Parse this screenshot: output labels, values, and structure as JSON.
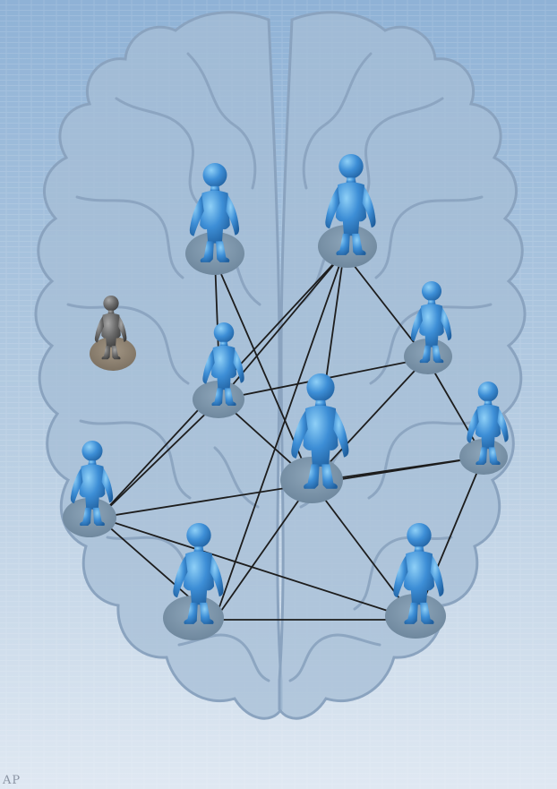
{
  "image": {
    "credit": "AP",
    "colors": {
      "sky_top": "#8fb2d6",
      "sky_bottom": "#dfe8f2",
      "brain_fill": "#a6bdd6",
      "brain_stroke": "#8aa3bf",
      "figure_blue": "#3d8ed6",
      "figure_blue_light": "#7ec0f0",
      "figure_gray": "#6b6b6b",
      "network_line": "#1d1d1d",
      "base_disc": "#7f98ad"
    },
    "figures": [
      {
        "name": "figure-top-left",
        "color": "blue"
      },
      {
        "name": "figure-top-right",
        "color": "blue"
      },
      {
        "name": "figure-isolated",
        "color": "gray"
      },
      {
        "name": "figure-right-upper",
        "color": "blue"
      },
      {
        "name": "figure-center-left",
        "color": "blue"
      },
      {
        "name": "figure-center",
        "color": "blue"
      },
      {
        "name": "figure-right-middle",
        "color": "blue"
      },
      {
        "name": "figure-left",
        "color": "blue"
      },
      {
        "name": "figure-bottom-left",
        "color": "blue"
      },
      {
        "name": "figure-bottom-right",
        "color": "blue"
      }
    ]
  }
}
